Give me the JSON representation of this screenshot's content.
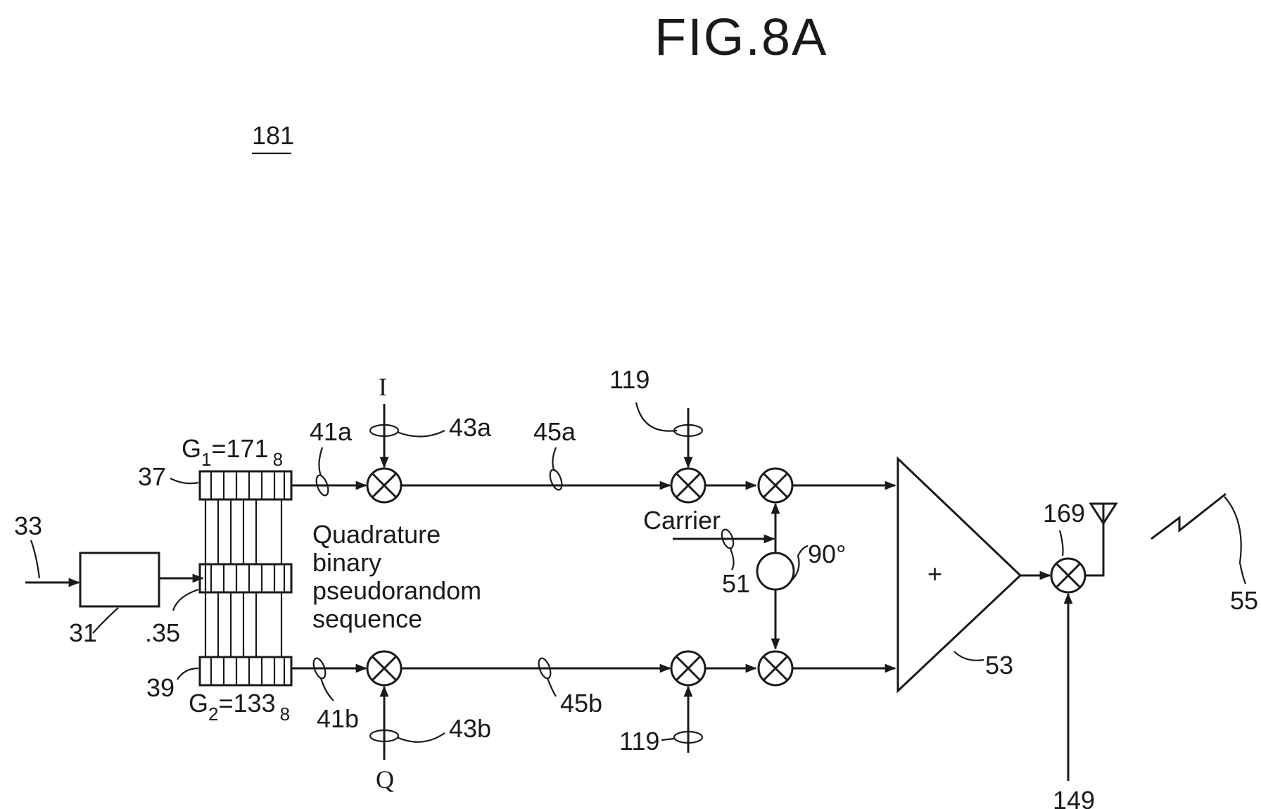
{
  "figure": {
    "title": "FIG.8A",
    "ref_number": "181"
  },
  "labels": {
    "l33": "33",
    "l31": "31",
    "l35": ".35",
    "l37": "37",
    "l39": "39",
    "g1_main": "G",
    "g1_sub": "1",
    "g1_value": "=171",
    "g1_base": "8",
    "g2_main": "G",
    "g2_sub": "2",
    "g2_value": "=133",
    "g2_base": "8",
    "l41a": "41a",
    "l41b": "41b",
    "l43a": "43a",
    "l43b": "43b",
    "l45a": "45a",
    "l45b": "45b",
    "i_input": "I",
    "q_input": "Q",
    "l119_top": "119",
    "l119_bottom": "119",
    "carrier": "Carrier",
    "l51": "51",
    "phase": "90°",
    "l53": "53",
    "plus": "+",
    "l169": "169",
    "l149": "149",
    "l55": "55"
  },
  "sequence_caption": [
    "Quadrature",
    "binary",
    "pseudorandom",
    "sequence"
  ]
}
